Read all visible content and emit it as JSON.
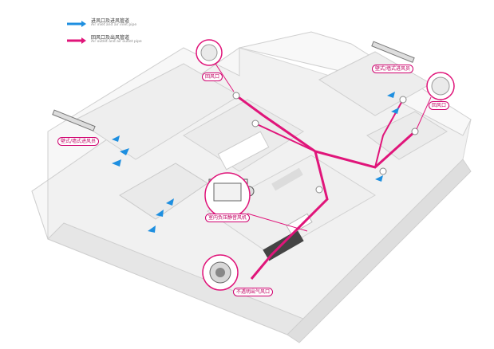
{
  "legend": [
    {
      "title": "进风口及进风管道",
      "sub": "Air inlet and air inlet pipe",
      "color": "#1e8fe0"
    },
    {
      "title": "回风口及出风管道",
      "sub": "Air outlet and air outlet pipe",
      "color": "#e0157a"
    }
  ],
  "labels": {
    "return_left": "回风口",
    "return_right": "回风口",
    "wall_inlet_left": "壁式/墙式进风员",
    "wall_inlet_right": "壁式/墙式进风员",
    "fan": "室内负压静音风机",
    "exhaust": "不透明出气风口"
  },
  "colors": {
    "inlet": "#1e8fe0",
    "outlet": "#e0157a",
    "wall": "#f4f4f4",
    "floor": "#ececec"
  }
}
